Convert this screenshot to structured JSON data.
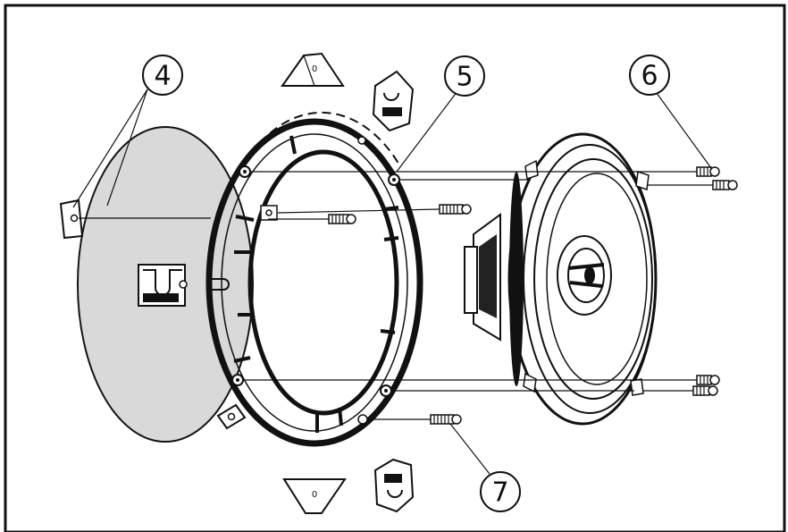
{
  "callouts": [
    {
      "id": "4",
      "label": "4"
    },
    {
      "id": "5",
      "label": "5"
    },
    {
      "id": "6",
      "label": "6"
    },
    {
      "id": "7",
      "label": "7"
    }
  ],
  "clip_marks": {
    "top": "0",
    "bottom": "0"
  },
  "colors": {
    "line": "#111111",
    "background": "#ffffff",
    "grille_fill": "#d9d9d9",
    "border": "#111111"
  }
}
